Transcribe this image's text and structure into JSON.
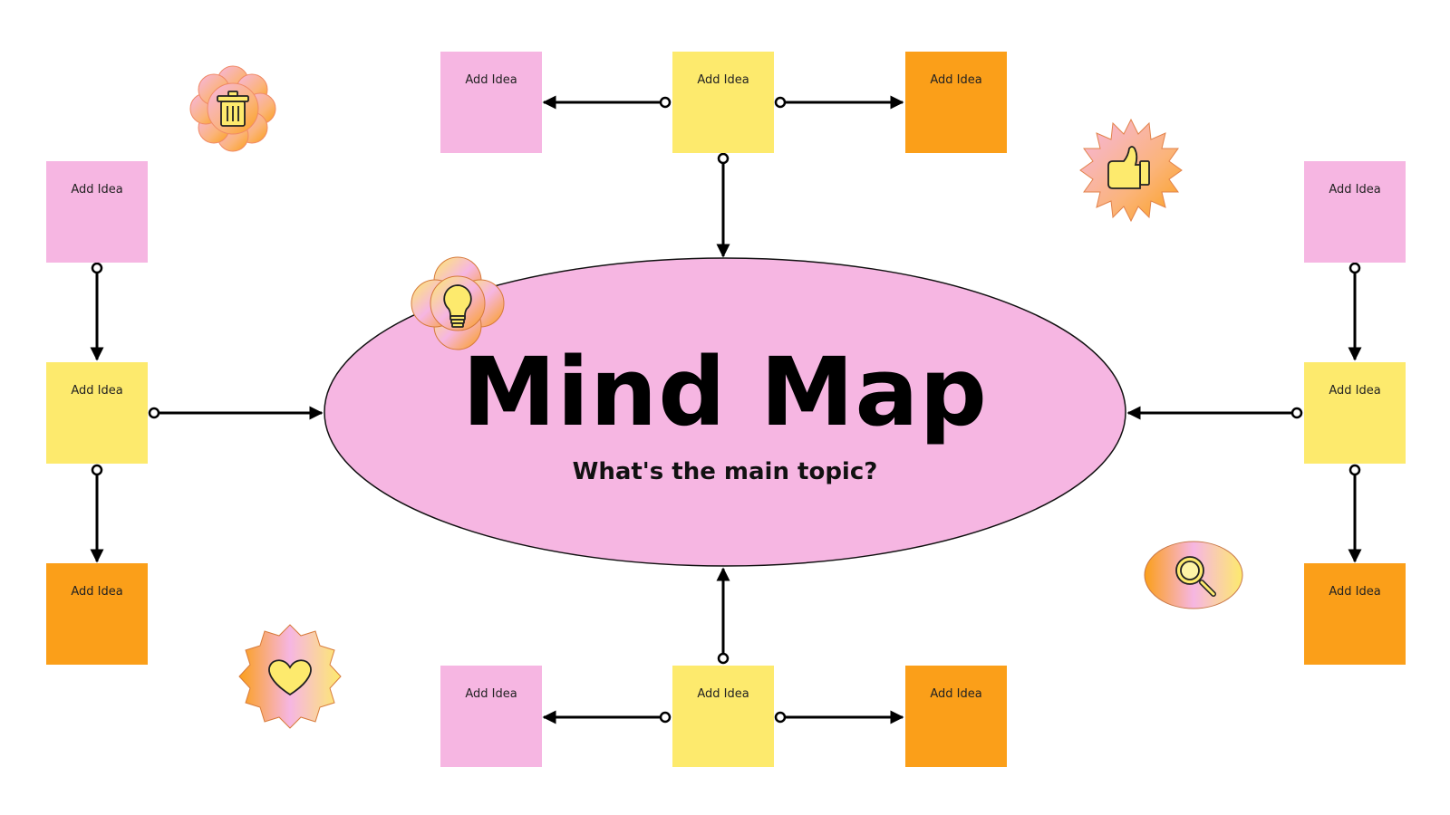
{
  "central_topic": {
    "title": "Mind Map",
    "subtitle": "What's the main topic?"
  },
  "ideas": {
    "top_left": "Add Idea",
    "top_center": "Add Idea",
    "top_right": "Add Idea",
    "left_top": "Add Idea",
    "left_middle": "Add Idea",
    "left_bottom": "Add Idea",
    "right_top": "Add Idea",
    "right_middle": "Add Idea",
    "right_bottom": "Add Idea",
    "bottom_left": "Add Idea",
    "bottom_center": "Add Idea",
    "bottom_right": "Add Idea"
  },
  "stickers": [
    "trash-icon",
    "lightbulb-icon",
    "thumbs-up-icon",
    "heart-icon",
    "magnifier-icon"
  ],
  "colors": {
    "pink": "#f6b6e2",
    "yellow": "#fdea6d",
    "orange": "#fb9f19",
    "ellipse": "#f6b6e2",
    "connector": "#000000"
  }
}
